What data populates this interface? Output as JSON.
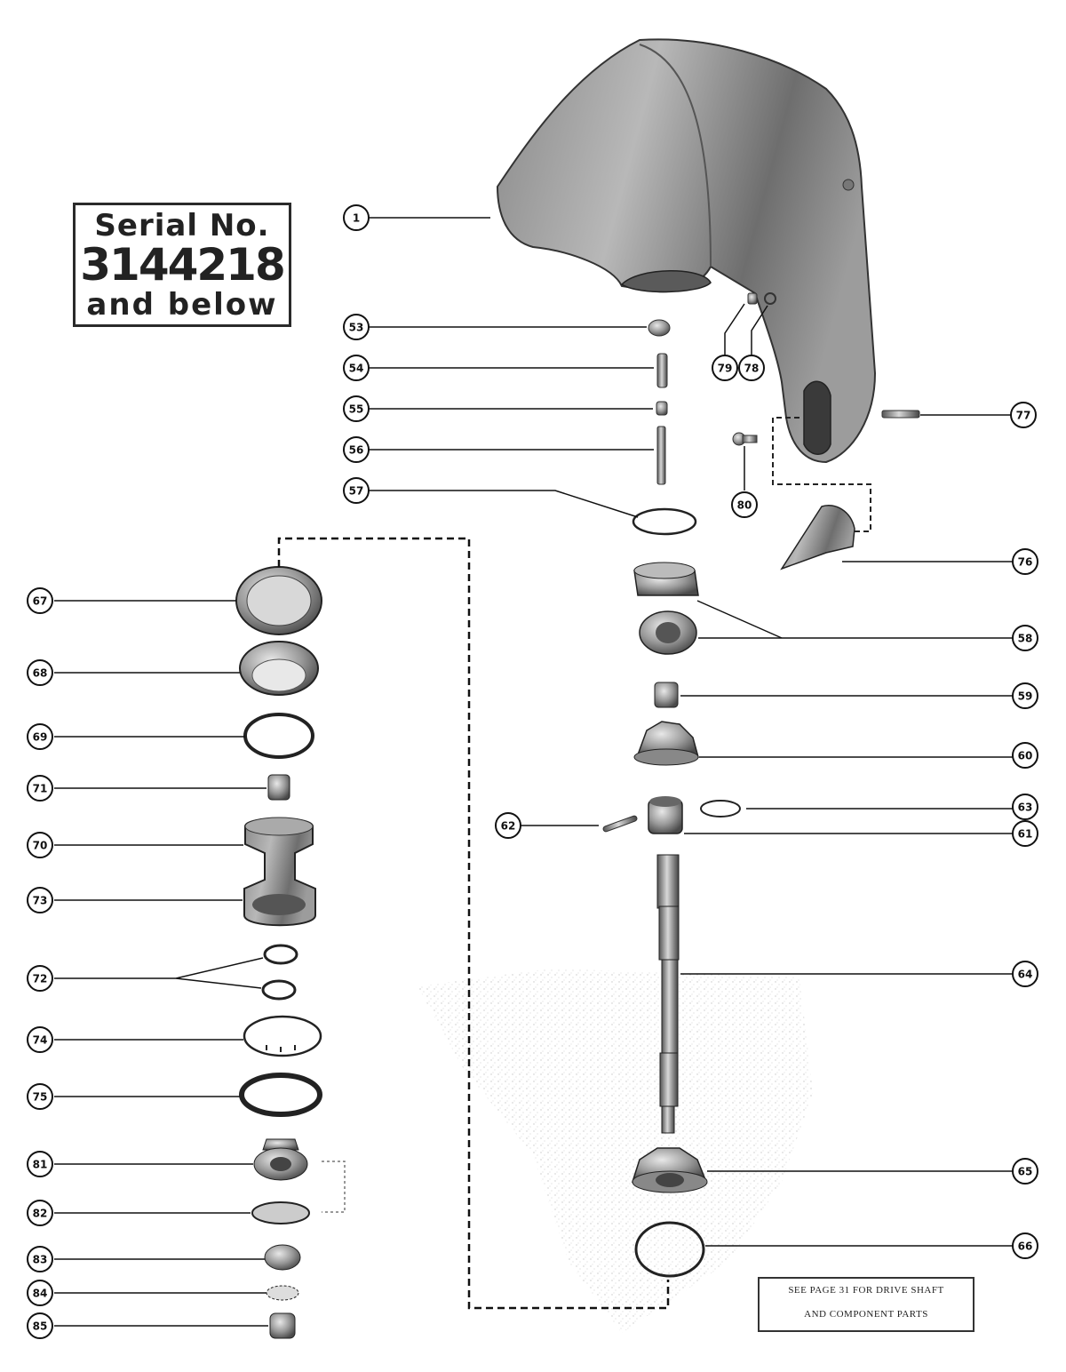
{
  "serial_box": {
    "line1": "Serial No.",
    "line2": "3144218",
    "line3": "and below"
  },
  "note": {
    "line1": "SEE PAGE 31 FOR DRIVE SHAFT",
    "line2": "AND COMPONENT PARTS"
  },
  "callouts": [
    {
      "label": "1"
    },
    {
      "label": "53"
    },
    {
      "label": "54"
    },
    {
      "label": "55"
    },
    {
      "label": "56"
    },
    {
      "label": "57"
    },
    {
      "label": "79"
    },
    {
      "label": "78"
    },
    {
      "label": "77"
    },
    {
      "label": "80"
    },
    {
      "label": "76"
    },
    {
      "label": "58"
    },
    {
      "label": "59"
    },
    {
      "label": "60"
    },
    {
      "label": "63"
    },
    {
      "label": "62"
    },
    {
      "label": "61"
    },
    {
      "label": "64"
    },
    {
      "label": "65"
    },
    {
      "label": "66"
    },
    {
      "label": "67"
    },
    {
      "label": "68"
    },
    {
      "label": "69"
    },
    {
      "label": "71"
    },
    {
      "label": "70"
    },
    {
      "label": "73"
    },
    {
      "label": "72"
    },
    {
      "label": "74"
    },
    {
      "label": "75"
    },
    {
      "label": "81"
    },
    {
      "label": "82"
    },
    {
      "label": "83"
    },
    {
      "label": "84"
    },
    {
      "label": "85"
    }
  ]
}
